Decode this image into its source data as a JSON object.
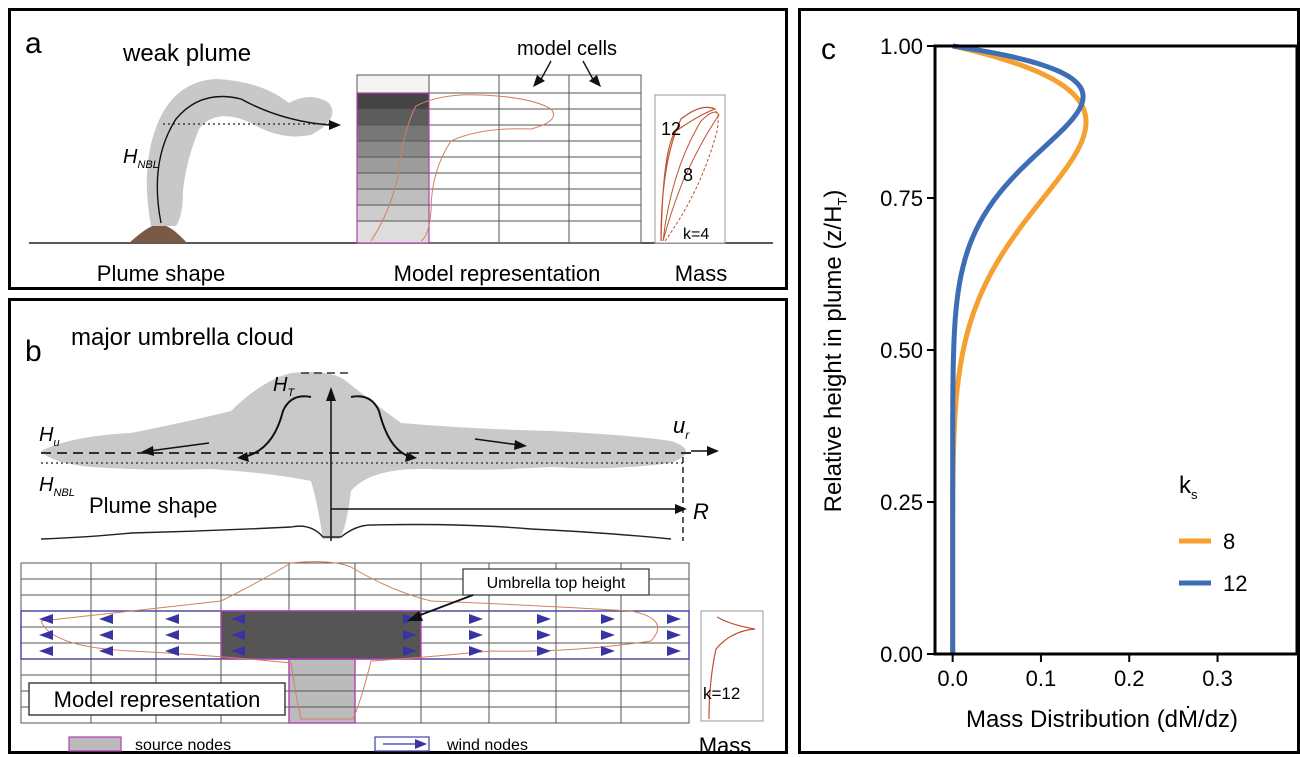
{
  "panel_a": {
    "letter": "a",
    "title": "weak plume",
    "model_cells_label": "model cells",
    "h_nbl_main": "H",
    "h_nbl_sub": "NBL",
    "label_plume_shape": "Plume shape",
    "label_model_repr": "Model representation",
    "label_mass": "Mass",
    "mass_curve_labels": [
      "12",
      "8",
      "k=4"
    ]
  },
  "panel_b": {
    "letter": "b",
    "title": "major umbrella cloud",
    "h_t_main": "H",
    "h_t_sub": "T",
    "h_u_main": "H",
    "h_u_sub": "u",
    "h_nbl_main": "H",
    "h_nbl_sub": "NBL",
    "u_r_main": "u",
    "u_r_sub": "r",
    "label_r": "R",
    "label_plume_shape": "Plume shape",
    "label_umbrella_top": "Umbrella top height",
    "label_model_repr": "Model representation",
    "legend_source": "source nodes",
    "legend_wind": "wind nodes",
    "label_mass": "Mass",
    "mass_curve_label": "k=12"
  },
  "panel_c": {
    "letter": "c",
    "legend_title": "k",
    "legend_title_sub": "s"
  },
  "chart_data": {
    "type": "line",
    "xlabel": "Mass Distribution (dṀ/dz)",
    "ylabel": "Relative height in plume (z/H",
    "ylabel_sub": "T",
    "ylabel_end": ")",
    "xlim": [
      -0.02,
      0.39
    ],
    "ylim": [
      0,
      1
    ],
    "x_ticks": [
      "0.0",
      "0.1",
      "0.2",
      "0.3"
    ],
    "x_tick_values": [
      0,
      0.1,
      0.2,
      0.3
    ],
    "y_ticks": [
      "0.00",
      "0.25",
      "0.50",
      "0.75",
      "1.00"
    ],
    "y_tick_values": [
      0,
      0.25,
      0.5,
      0.75,
      1.0
    ],
    "legend_position": "bottom-right",
    "series": [
      {
        "name": "8",
        "k": 8,
        "color": "#f5a030"
      },
      {
        "name": "12",
        "k": 12,
        "color": "#3d6db5"
      }
    ]
  }
}
